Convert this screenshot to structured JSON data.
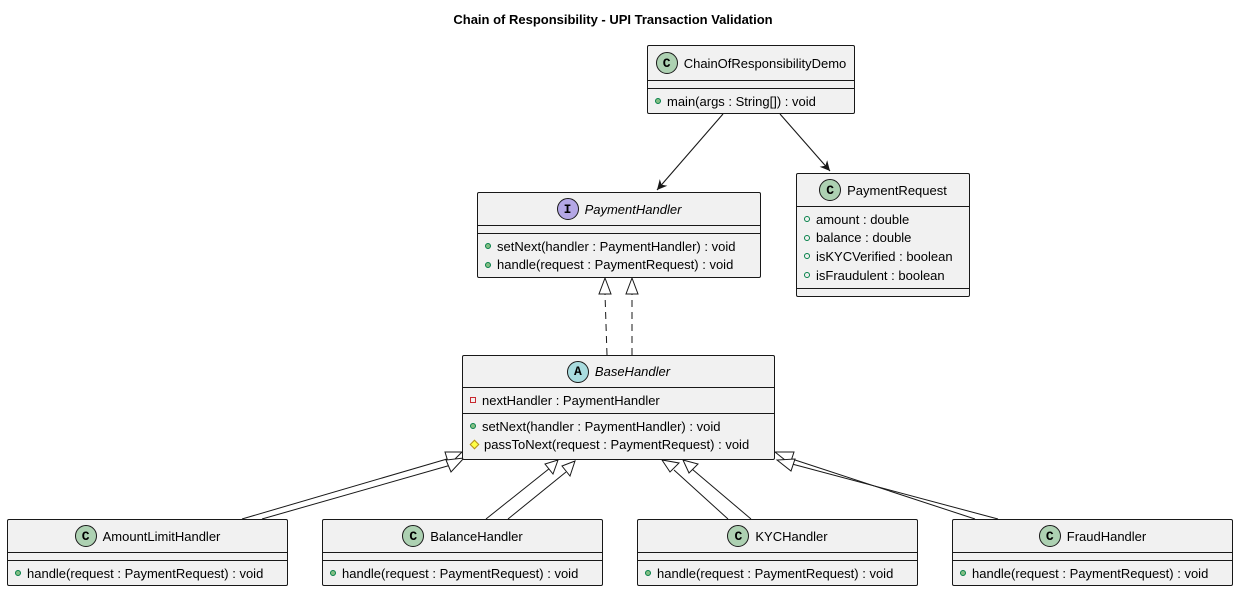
{
  "title": "Chain of Responsibility - UPI Transaction Validation",
  "colors": {
    "box_fill": "#f1f1f1",
    "border": "#181818",
    "class_badge": "#add1b2",
    "interface_badge": "#b4a7e5",
    "abstract_badge": "#a9dcdf",
    "public_method": "#84be84",
    "private_field": "#c82930",
    "protected_method": "#ffff44"
  },
  "classes": {
    "demo": {
      "stereotype": "C",
      "name": "ChainOfResponsibilityDemo",
      "methods": [
        "main(args : String[]) : void"
      ]
    },
    "request": {
      "stereotype": "C",
      "name": "PaymentRequest",
      "fields": [
        "amount : double",
        "balance : double",
        "isKYCVerified : boolean",
        "isFraudulent : boolean"
      ]
    },
    "payment_handler": {
      "stereotype": "I",
      "name": "PaymentHandler",
      "methods": [
        "setNext(handler : PaymentHandler) : void",
        "handle(request : PaymentRequest) : void"
      ]
    },
    "base_handler": {
      "stereotype": "A",
      "name": "BaseHandler",
      "fields": [
        "nextHandler : PaymentHandler"
      ],
      "methods": [
        "setNext(handler : PaymentHandler) : void",
        "passToNext(request : PaymentRequest) : void"
      ]
    },
    "amount_limit": {
      "stereotype": "C",
      "name": "AmountLimitHandler",
      "methods": [
        "handle(request : PaymentRequest) : void"
      ]
    },
    "balance": {
      "stereotype": "C",
      "name": "BalanceHandler",
      "methods": [
        "handle(request : PaymentRequest) : void"
      ]
    },
    "kyc": {
      "stereotype": "C",
      "name": "KYCHandler",
      "methods": [
        "handle(request : PaymentRequest) : void"
      ]
    },
    "fraud": {
      "stereotype": "C",
      "name": "FraudHandler",
      "methods": [
        "handle(request : PaymentRequest) : void"
      ]
    }
  },
  "relations": [
    {
      "from": "ChainOfResponsibilityDemo",
      "to": "PaymentHandler",
      "type": "association"
    },
    {
      "from": "ChainOfResponsibilityDemo",
      "to": "PaymentRequest",
      "type": "association"
    },
    {
      "from": "BaseHandler",
      "to": "PaymentHandler",
      "type": "realization"
    },
    {
      "from": "AmountLimitHandler",
      "to": "BaseHandler",
      "type": "inheritance"
    },
    {
      "from": "BalanceHandler",
      "to": "BaseHandler",
      "type": "inheritance"
    },
    {
      "from": "KYCHandler",
      "to": "BaseHandler",
      "type": "inheritance"
    },
    {
      "from": "FraudHandler",
      "to": "BaseHandler",
      "type": "inheritance"
    }
  ]
}
